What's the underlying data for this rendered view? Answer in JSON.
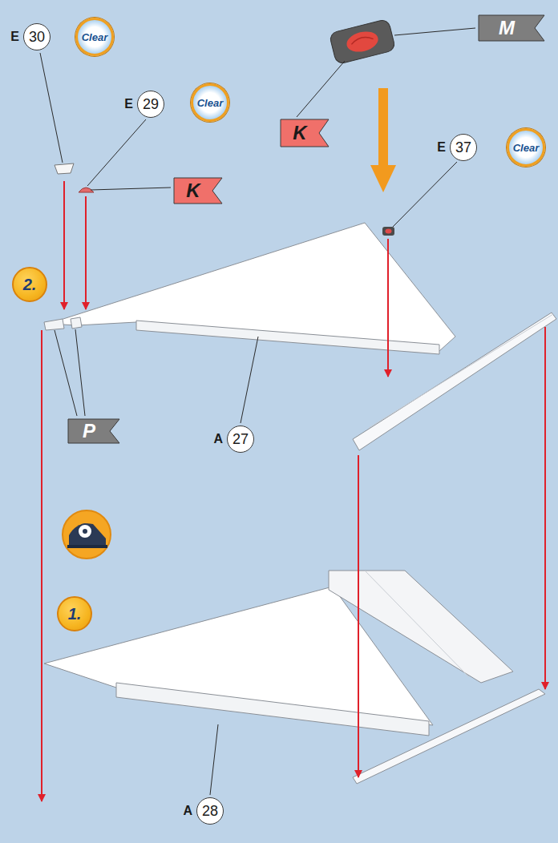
{
  "diagram": {
    "nodes": [
      {
        "text": [
          "M"
        ]
      },
      {
        "text": [
          "E",
          "30"
        ]
      },
      {
        "text": [
          "Clear"
        ]
      },
      {
        "text": [
          "E",
          "29"
        ]
      },
      {
        "text": [
          "Clear"
        ]
      },
      {
        "text": [
          "K"
        ]
      },
      {
        "text": [
          "E",
          "37"
        ]
      },
      {
        "text": [
          "Clear"
        ]
      },
      {
        "text": [
          "K"
        ]
      },
      {
        "text": [
          "2."
        ]
      },
      {
        "text": [
          "P"
        ]
      },
      {
        "text": [
          "A",
          "27"
        ]
      },
      {
        "text": [
          "1."
        ]
      },
      {
        "text": [
          "A",
          "28"
        ]
      }
    ]
  }
}
